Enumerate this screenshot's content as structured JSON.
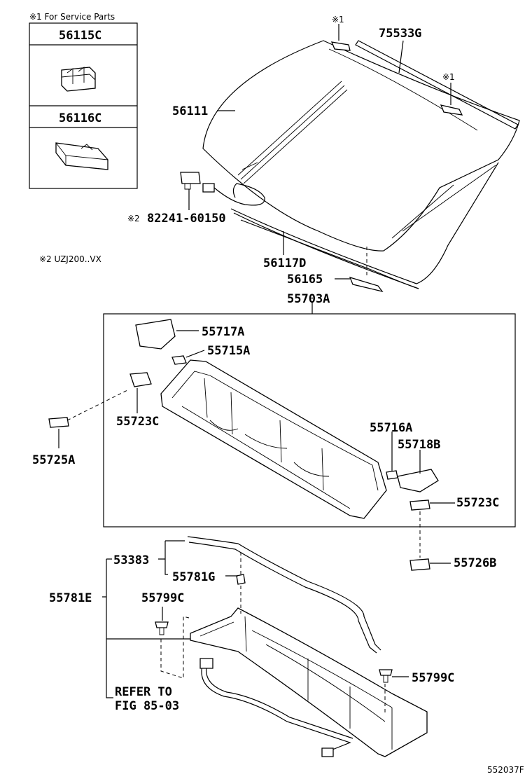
{
  "legend": {
    "note1": "※1  For Service Parts",
    "box_part_top": "56115C",
    "box_part_bottom": "56116C",
    "note2": "※2 UZJ200..VX"
  },
  "markers": {
    "m1a": "※1",
    "m1b": "※1",
    "m2": "※2"
  },
  "parts": {
    "p75533G": "75533G",
    "p56111": "56111",
    "p82241": "82241-60150",
    "p56117D": "56117D",
    "p56165": "56165",
    "p55703A": "55703A",
    "p55717A": "55717A",
    "p55715A": "55715A",
    "p55723C_left": "55723C",
    "p55725A": "55725A",
    "p55716A": "55716A",
    "p55718B": "55718B",
    "p55723C_right": "55723C",
    "p55726B": "55726B",
    "p53383": "53383",
    "p55781G": "55781G",
    "p55781E": "55781E",
    "p55799C_left": "55799C",
    "p55799C_right": "55799C",
    "refer1": "REFER TO",
    "refer2": "FIG 85-03"
  },
  "figure_id": "552037F"
}
